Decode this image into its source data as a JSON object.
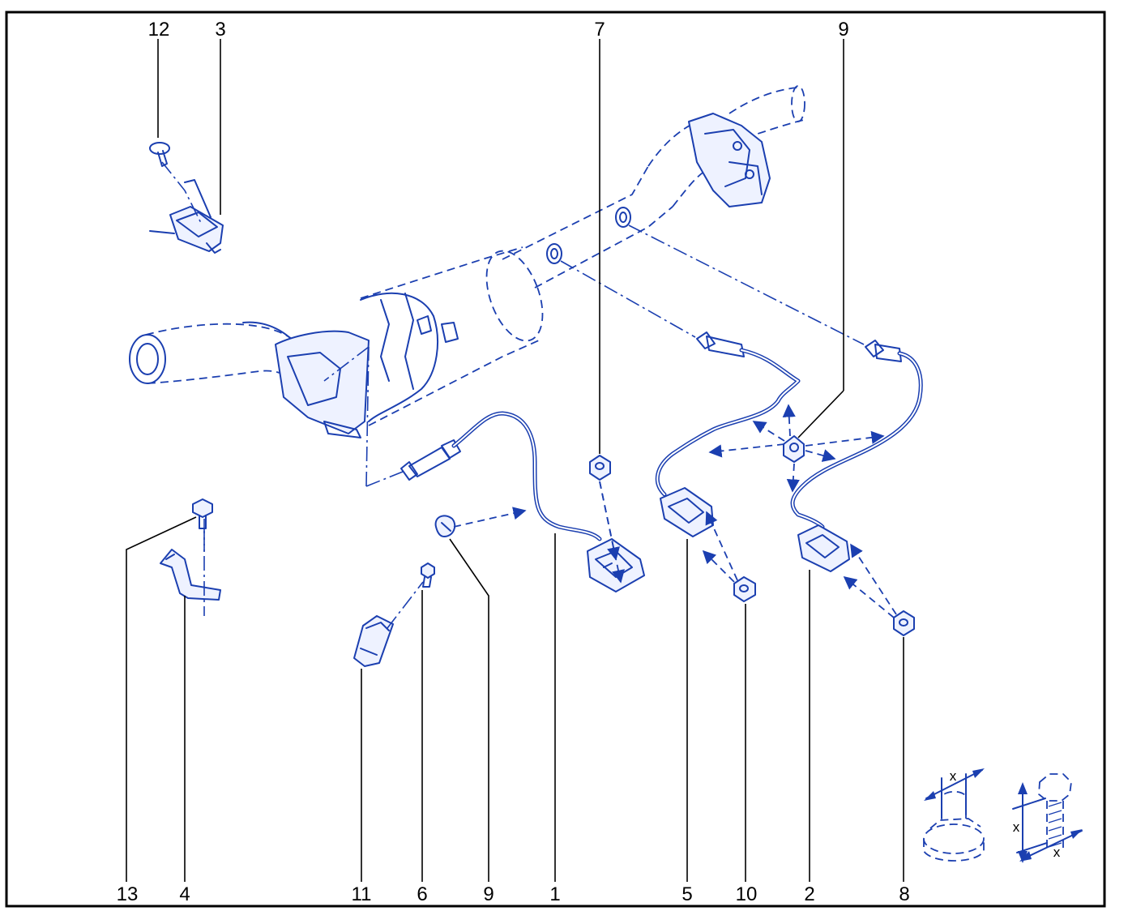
{
  "callouts": [
    {
      "id": "c12a",
      "label": "12"
    },
    {
      "id": "c3",
      "label": "3"
    },
    {
      "id": "c7",
      "label": "7"
    },
    {
      "id": "c9a",
      "label": "9"
    },
    {
      "id": "c13",
      "label": "13"
    },
    {
      "id": "c4",
      "label": "4"
    },
    {
      "id": "c11",
      "label": "11"
    },
    {
      "id": "c6",
      "label": "6"
    },
    {
      "id": "c9b",
      "label": "9"
    },
    {
      "id": "c1",
      "label": "1"
    },
    {
      "id": "c5",
      "label": "5"
    },
    {
      "id": "c10",
      "label": "10"
    },
    {
      "id": "c2",
      "label": "2"
    },
    {
      "id": "c8",
      "label": "8"
    }
  ],
  "dimension_symbols": {
    "nut_dim": "x",
    "bolt_dim_length": "x",
    "bolt_dim_diameter": "x"
  },
  "colors": {
    "line_art": "#1b3fb0",
    "callout_text": "#000000",
    "frame": "#000000"
  }
}
